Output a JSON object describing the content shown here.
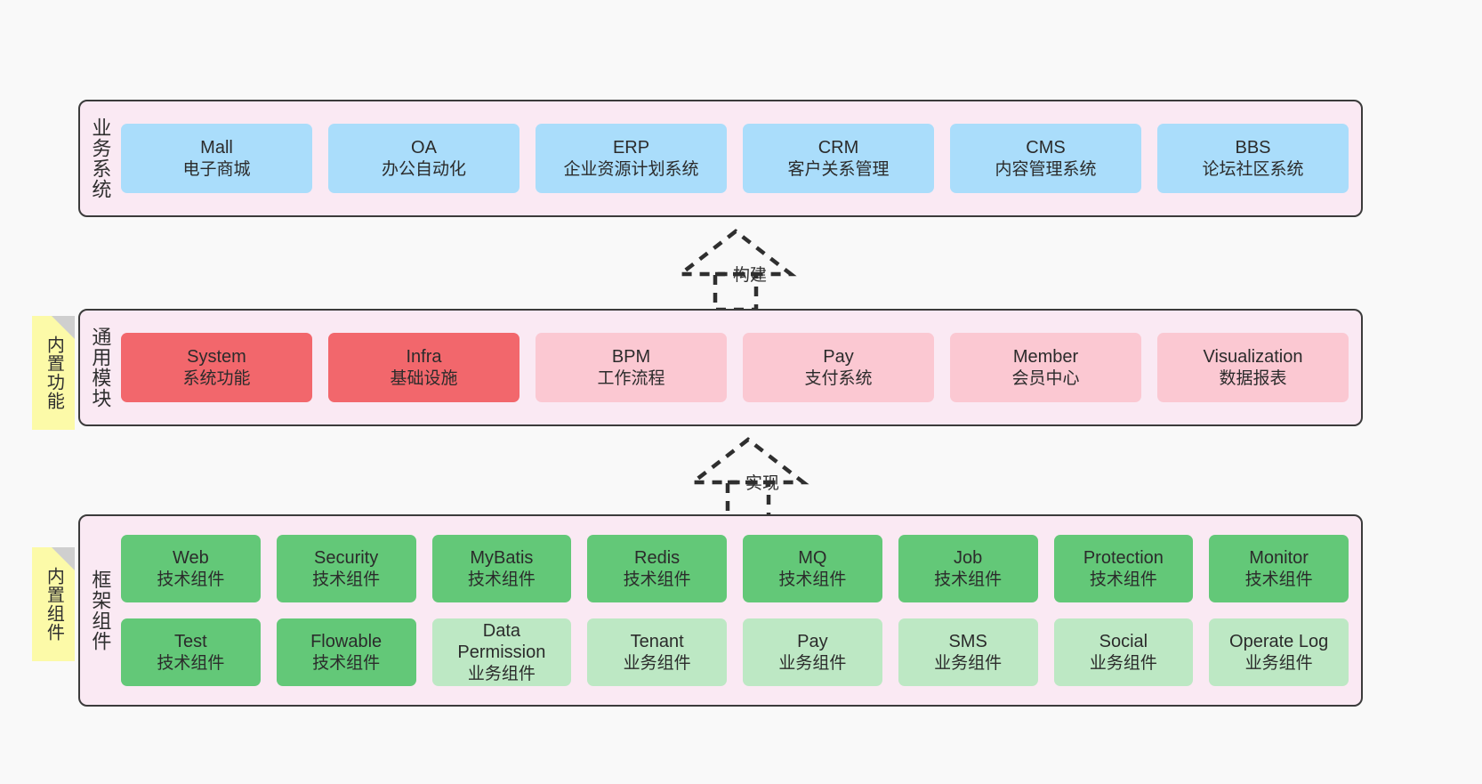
{
  "page": {
    "background": "#f9f9f9",
    "panel_fill": "#fae9f3",
    "panel_border": "#3b3b3b",
    "sticky_fill": "#fcfaa8"
  },
  "layers": {
    "business": {
      "label": "业务系统",
      "cards": [
        {
          "title": "Mall",
          "sub": "电子商城",
          "color": "#aaddfb"
        },
        {
          "title": "OA",
          "sub": "办公自动化",
          "color": "#aaddfb"
        },
        {
          "title": "ERP",
          "sub": "企业资源计划系统",
          "color": "#aaddfb"
        },
        {
          "title": "CRM",
          "sub": "客户关系管理",
          "color": "#aaddfb"
        },
        {
          "title": "CMS",
          "sub": "内容管理系统",
          "color": "#aaddfb"
        },
        {
          "title": "BBS",
          "sub": "论坛社区系统",
          "color": "#aaddfb"
        }
      ]
    },
    "modules": {
      "label": "通用模块",
      "sticky": "内置功能",
      "cards": [
        {
          "title": "System",
          "sub": "系统功能",
          "color": "#f2676c"
        },
        {
          "title": "Infra",
          "sub": "基础设施",
          "color": "#f2676c"
        },
        {
          "title": "BPM",
          "sub": "工作流程",
          "color": "#fbc8d2"
        },
        {
          "title": "Pay",
          "sub": "支付系统",
          "color": "#fbc8d2"
        },
        {
          "title": "Member",
          "sub": "会员中心",
          "color": "#fbc8d2"
        },
        {
          "title": "Visualization",
          "sub": "数据报表",
          "color": "#fbc8d2"
        }
      ]
    },
    "framework": {
      "label": "框架组件",
      "sticky": "内置组件",
      "row1": [
        {
          "title": "Web",
          "sub": "技术组件",
          "color": "#63c878"
        },
        {
          "title": "Security",
          "sub": "技术组件",
          "color": "#63c878"
        },
        {
          "title": "MyBatis",
          "sub": "技术组件",
          "color": "#63c878"
        },
        {
          "title": "Redis",
          "sub": "技术组件",
          "color": "#63c878"
        },
        {
          "title": "MQ",
          "sub": "技术组件",
          "color": "#63c878"
        },
        {
          "title": "Job",
          "sub": "技术组件",
          "color": "#63c878"
        },
        {
          "title": "Protection",
          "sub": "技术组件",
          "color": "#63c878"
        },
        {
          "title": "Monitor",
          "sub": "技术组件",
          "color": "#63c878"
        }
      ],
      "row2": [
        {
          "title": "Test",
          "sub": "技术组件",
          "color": "#63c878"
        },
        {
          "title": "Flowable",
          "sub": "技术组件",
          "color": "#63c878"
        },
        {
          "title": "Data Permission",
          "sub": "业务组件",
          "color": "#bde8c4"
        },
        {
          "title": "Tenant",
          "sub": "业务组件",
          "color": "#bde8c4"
        },
        {
          "title": "Pay",
          "sub": "业务组件",
          "color": "#bde8c4"
        },
        {
          "title": "SMS",
          "sub": "业务组件",
          "color": "#bde8c4"
        },
        {
          "title": "Social",
          "sub": "业务组件",
          "color": "#bde8c4"
        },
        {
          "title": "Operate Log",
          "sub": "业务组件",
          "color": "#bde8c4"
        }
      ]
    }
  },
  "connectors": [
    {
      "label": "构建"
    },
    {
      "label": "实现"
    }
  ]
}
